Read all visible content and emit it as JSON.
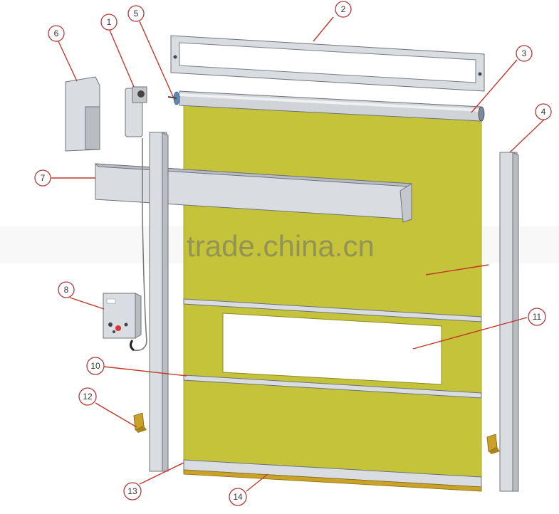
{
  "callouts": [
    {
      "id": "1",
      "label": "1"
    },
    {
      "id": "2",
      "label": "2"
    },
    {
      "id": "3",
      "label": "3"
    },
    {
      "id": "4",
      "label": "4"
    },
    {
      "id": "5",
      "label": "5"
    },
    {
      "id": "6",
      "label": "6"
    },
    {
      "id": "7",
      "label": "7"
    },
    {
      "id": "8",
      "label": "8"
    },
    {
      "id": "10",
      "label": "10"
    },
    {
      "id": "11",
      "label": "11"
    },
    {
      "id": "12",
      "label": "12"
    },
    {
      "id": "13",
      "label": "13"
    },
    {
      "id": "14",
      "label": "14"
    }
  ],
  "watermark": "trade.china.cn",
  "colors": {
    "curtain": "#c4c33a",
    "curtain_edge": "#a9a82d",
    "steel": "#d9dce0",
    "callout_ring": "#b03a3a",
    "leader": "#c0392b",
    "bracket": "#c9a227"
  }
}
